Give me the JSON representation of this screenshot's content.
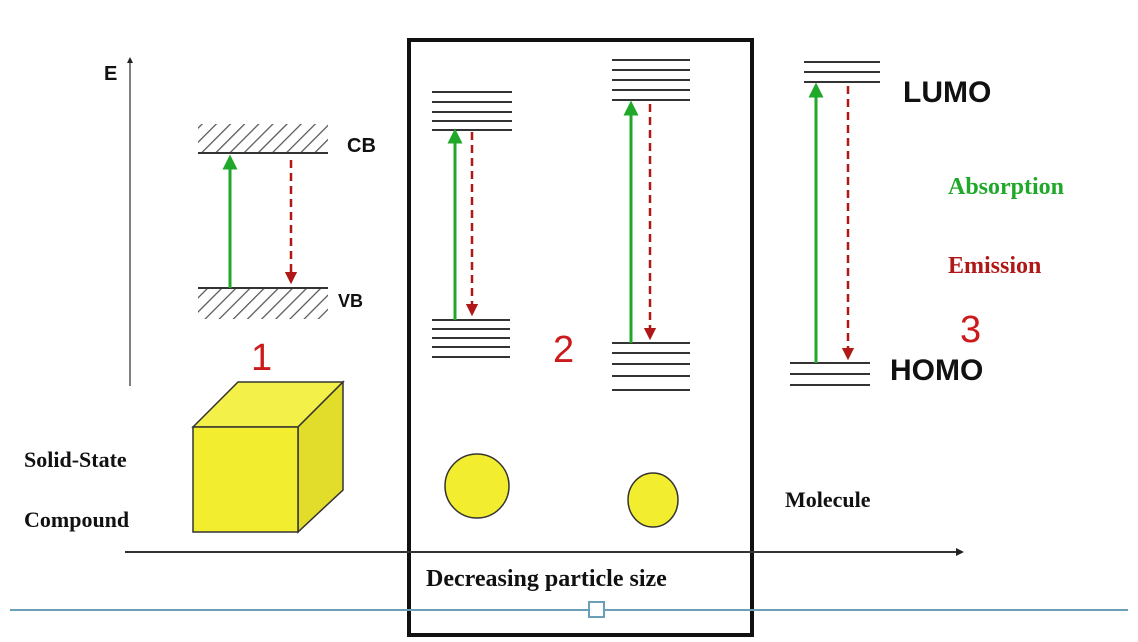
{
  "axis": {
    "energy_label": "E"
  },
  "bands": {
    "cb_label": "CB",
    "vb_label": "VB"
  },
  "regions": {
    "one": "1",
    "two": "2",
    "three": "3"
  },
  "orbitals": {
    "lumo": "LUMO",
    "homo": "HOMO"
  },
  "legend": {
    "absorption": "Absorption",
    "emission": "Emission",
    "absorption_color": "#1fa829",
    "emission_color": "#b01818"
  },
  "objects": {
    "solid_line1": "Solid-State",
    "solid_line2": "Compound",
    "molecule": "Molecule"
  },
  "bottom": {
    "caption": "Decreasing particle size"
  },
  "colors": {
    "particle_fill": "#f2ee2f",
    "separator": "#6b9fb8"
  }
}
